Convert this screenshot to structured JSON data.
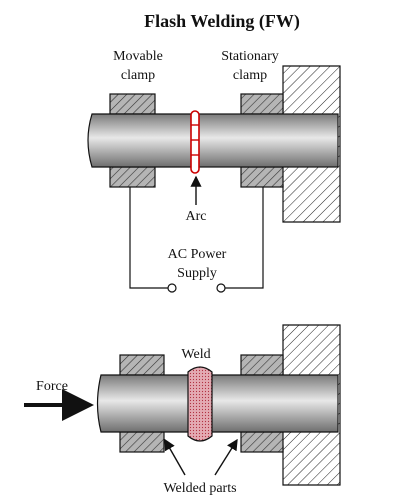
{
  "title": "Flash Welding (FW)",
  "labels": {
    "movable_clamp": [
      "Movable",
      "clamp"
    ],
    "stationary_clamp": [
      "Stationary",
      "clamp"
    ],
    "arc": "Arc",
    "power_supply": [
      "AC Power",
      "Supply"
    ],
    "weld": "Weld",
    "force": "Force",
    "welded_parts": "Welded parts"
  },
  "colors": {
    "rod_dark": "#7a7a7a",
    "rod_light": "#e8e8e8",
    "clamp_fill": "#b5b5b5",
    "arc_red": "#cc0000",
    "weld_fill": "#d9a0a8",
    "outline": "#111111"
  }
}
